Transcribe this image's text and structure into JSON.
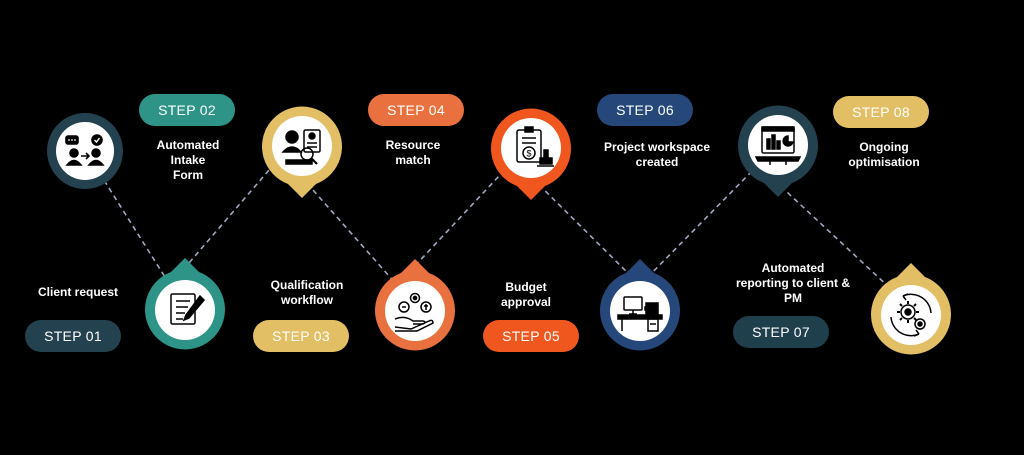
{
  "colors": {
    "teal": "#2E9487",
    "gold": "#E2BE64",
    "orange": "#E9713F",
    "bright_orange": "#F0571E",
    "navy": "#25477A",
    "dark_slate": "#24414F",
    "dark_teal": "#1F3F4C",
    "background": "#000000",
    "connector": "#9FA8C2"
  },
  "steps": [
    {
      "id": 1,
      "step_label": "STEP 01",
      "caption": "Client request",
      "icon": "client-request-icon"
    },
    {
      "id": 2,
      "step_label": "STEP 02",
      "caption": "Automated\nIntake\nForm",
      "icon": "intake-form-icon"
    },
    {
      "id": 3,
      "step_label": "STEP 03",
      "caption": "Qualification\nworkflow",
      "icon": "qualification-icon"
    },
    {
      "id": 4,
      "step_label": "STEP 04",
      "caption": "Resource\nmatch",
      "icon": "resource-match-icon"
    },
    {
      "id": 5,
      "step_label": "STEP 05",
      "caption": "Budget\napproval",
      "icon": "budget-approval-icon"
    },
    {
      "id": 6,
      "step_label": "STEP 06",
      "caption": "Project workspace\ncreated",
      "icon": "workspace-icon"
    },
    {
      "id": 7,
      "step_label": "STEP 07",
      "caption": "Automated\nreporting to client &\nPM",
      "icon": "reporting-icon"
    },
    {
      "id": 8,
      "step_label": "STEP 08",
      "caption": "Ongoing\noptimisation",
      "icon": "optimisation-icon"
    }
  ]
}
